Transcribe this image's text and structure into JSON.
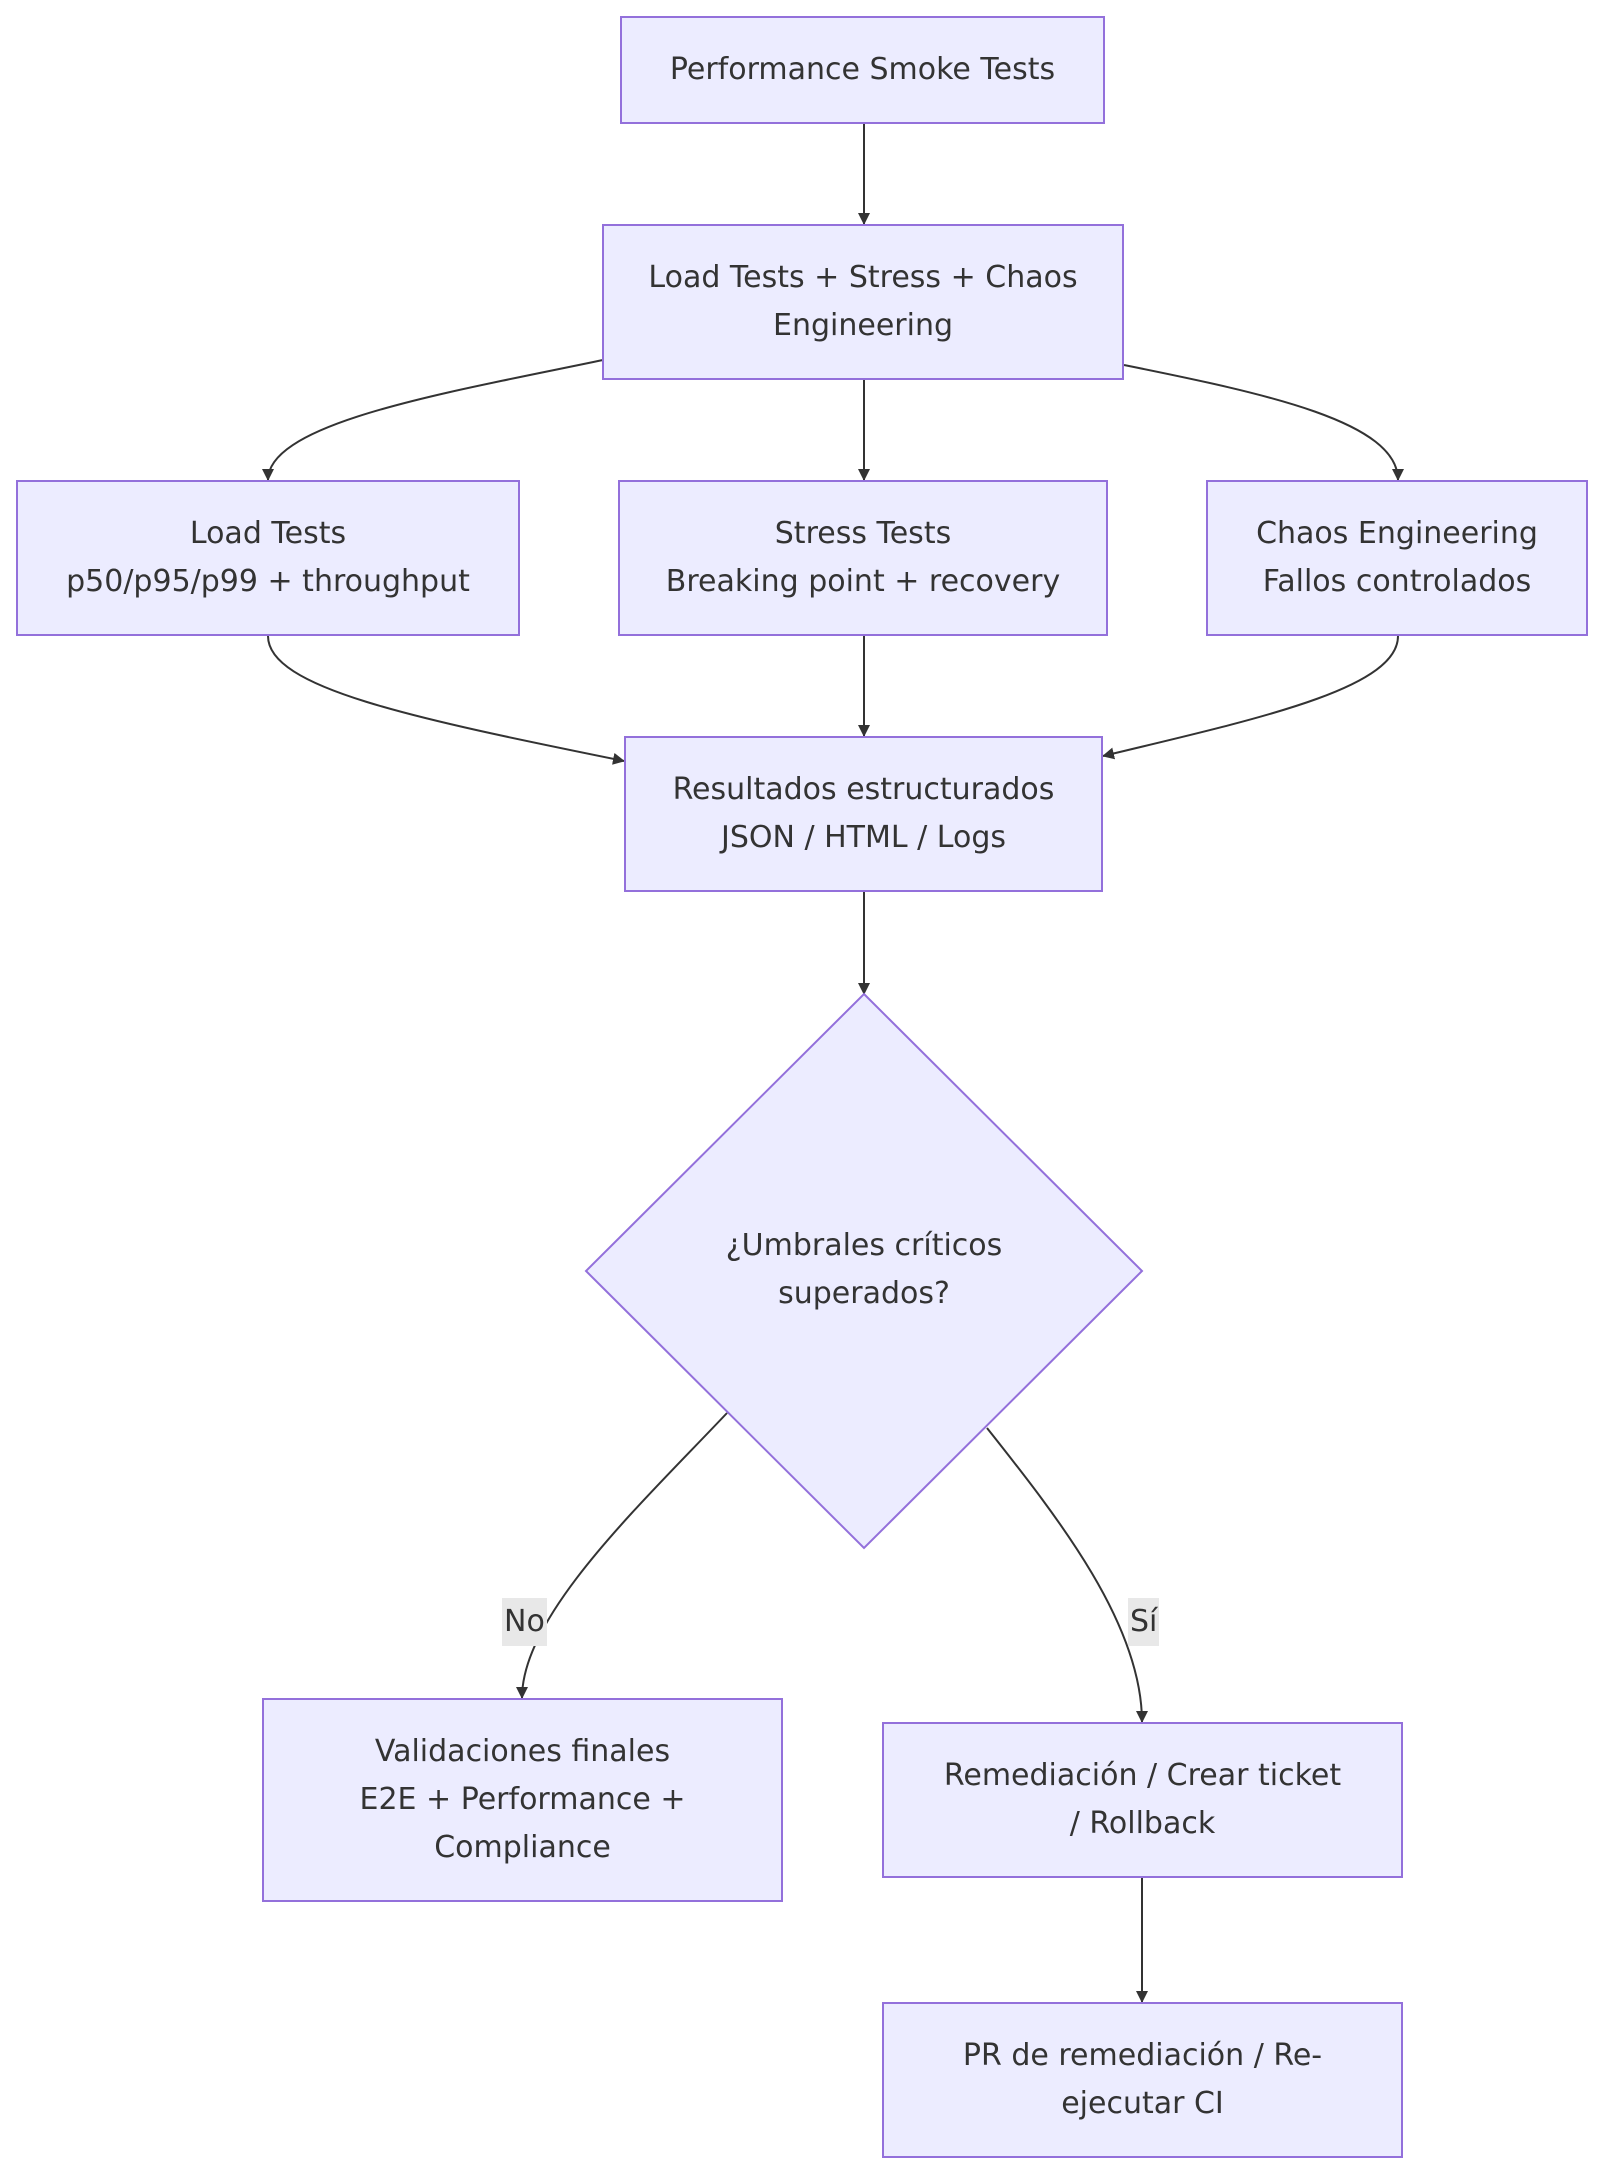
{
  "diagram": {
    "nodes": {
      "smoke": {
        "lines": [
          "Performance Smoke Tests"
        ]
      },
      "combo": {
        "lines": [
          "Load Tests + Stress + Chaos",
          "Engineering"
        ]
      },
      "load": {
        "lines": [
          "Load Tests",
          "p50/p95/p99 + throughput"
        ]
      },
      "stress": {
        "lines": [
          "Stress Tests",
          "Breaking point + recovery"
        ]
      },
      "chaos": {
        "lines": [
          "Chaos Engineering",
          "Fallos controlados"
        ]
      },
      "results": {
        "lines": [
          "Resultados estructurados",
          "JSON / HTML / Logs"
        ]
      },
      "decision": {
        "lines": [
          "¿Umbrales críticos",
          "superados?"
        ]
      },
      "final": {
        "lines": [
          "Validaciones finales",
          "E2E + Performance +",
          "Compliance"
        ]
      },
      "remediation": {
        "lines": [
          "Remediación / Crear ticket",
          "/ Rollback"
        ]
      },
      "pr": {
        "lines": [
          "PR de remediación / Re-",
          "ejecutar CI"
        ]
      }
    },
    "edge_labels": {
      "no": "No",
      "yes": "Sí"
    },
    "colors": {
      "node_fill": "#ececff",
      "node_border": "#9370db",
      "edge": "#333333",
      "text": "#333333",
      "edge_label_bg": "#e8e8e8"
    }
  }
}
